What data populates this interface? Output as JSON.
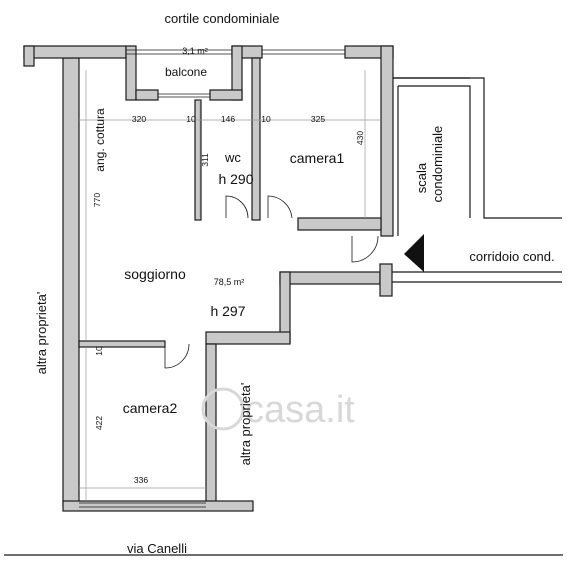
{
  "labels": {
    "courtyard": "cortile condominiale",
    "balcony_area": "3,1 m²",
    "balcony": "balcone",
    "cooking_corner": "ang. cottura",
    "wc": "wc",
    "wc_height": "h 290",
    "bedroom1": "camera1",
    "stairs_line1": "scala",
    "stairs_line2": "condominiale",
    "corridor": "corridoio cond.",
    "living": "soggiorno",
    "total_area": "78,5 m²",
    "living_height": "h 297",
    "bedroom2": "camera2",
    "other_property_left": "altra proprieta'",
    "other_property_right": "altra proprieta'",
    "street": "via Canelli",
    "watermark": "casa.it"
  },
  "dimensions": {
    "d320": "320",
    "d10a": "10",
    "d146": "146",
    "d10b": "10",
    "d325": "325",
    "d430": "430",
    "d311": "311",
    "d770": "770",
    "d10c": "10",
    "d422": "422",
    "d336": "336"
  }
}
